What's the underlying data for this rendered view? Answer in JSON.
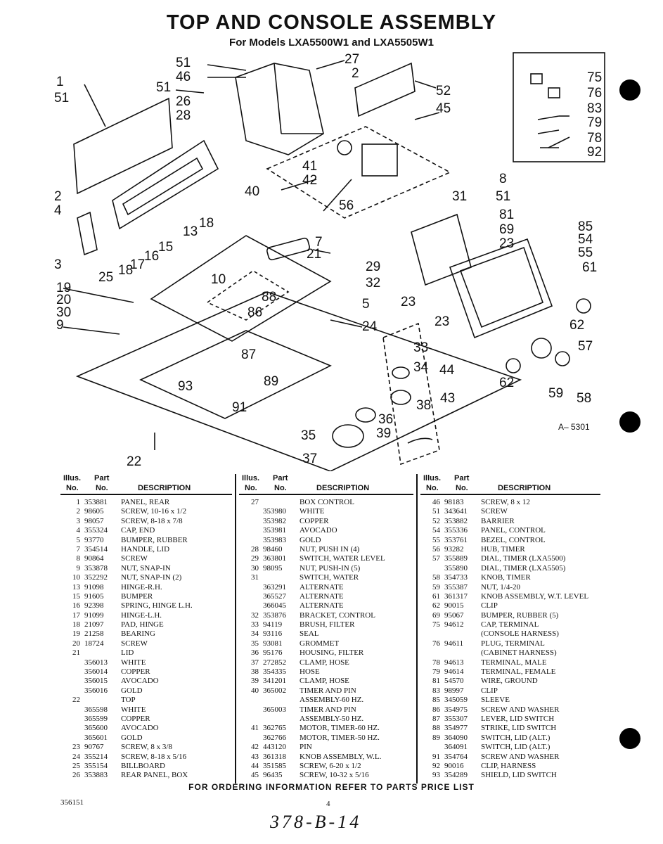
{
  "header": {
    "title": "TOP AND CONSOLE ASSEMBLY",
    "subtitle": "For Models LXA5500W1 and LXA5505W1"
  },
  "diagram": {
    "reference": "A– 5301",
    "callouts": [
      "1",
      "51",
      "51",
      "46",
      "51",
      "26",
      "28",
      "27",
      "2",
      "52",
      "45",
      "2",
      "4",
      "3",
      "25",
      "13",
      "18",
      "15",
      "16",
      "17",
      "18",
      "19",
      "20",
      "30",
      "9",
      "22",
      "40",
      "41",
      "42",
      "56",
      "7",
      "21",
      "10",
      "88",
      "86",
      "5",
      "24",
      "87",
      "93",
      "89",
      "91",
      "33",
      "34",
      "38",
      "35",
      "36",
      "39",
      "37",
      "31",
      "69",
      "23",
      "29",
      "32",
      "23",
      "23",
      "44",
      "43",
      "62",
      "59",
      "58",
      "57",
      "61",
      "62",
      "54",
      "55",
      "85",
      "81",
      "8",
      "51",
      "75",
      "76",
      "83",
      "79",
      "78",
      "92"
    ]
  },
  "parts_columns": [
    {
      "headers": {
        "illus": "Illus.",
        "no1": "No.",
        "part": "Part",
        "no2": "No.",
        "desc": "DESCRIPTION"
      },
      "rows": [
        [
          "1",
          "353881",
          "PANEL, REAR"
        ],
        [
          "2",
          "98605",
          "SCREW, 10-16 x 1/2"
        ],
        [
          "3",
          "98057",
          "SCREW, 8-18 x 7/8"
        ],
        [
          "4",
          "355324",
          "CAP, END"
        ],
        [
          "5",
          "93770",
          "BUMPER, RUBBER"
        ],
        [
          "7",
          "354514",
          "HANDLE, LID"
        ],
        [
          "8",
          "90864",
          "SCREW"
        ],
        [
          "9",
          "353878",
          "NUT, SNAP-IN"
        ],
        [
          "10",
          "352292",
          "NUT, SNAP-IN (2)"
        ],
        [
          "13",
          "91098",
          "HINGE-R.H."
        ],
        [
          "15",
          "91605",
          "BUMPER"
        ],
        [
          "16",
          "92398",
          "SPRING, HINGE L.H."
        ],
        [
          "17",
          "91099",
          "HINGE-L.H."
        ],
        [
          "18",
          "21097",
          "PAD, HINGE"
        ],
        [
          "19",
          "21258",
          "BEARING"
        ],
        [
          "20",
          "18724",
          "SCREW"
        ],
        [
          "21",
          "",
          "LID"
        ],
        [
          "",
          "356013",
          "WHITE"
        ],
        [
          "",
          "356014",
          "COPPER"
        ],
        [
          "",
          "356015",
          "AVOCADO"
        ],
        [
          "",
          "356016",
          "GOLD"
        ],
        [
          "22",
          "",
          "TOP"
        ],
        [
          "",
          "365598",
          "WHITE"
        ],
        [
          "",
          "365599",
          "COPPER"
        ],
        [
          "",
          "365600",
          "AVOCADO"
        ],
        [
          "",
          "365601",
          "GOLD"
        ],
        [
          "23",
          "90767",
          "SCREW, 8 x 3/8"
        ],
        [
          "24",
          "355214",
          "SCREW, 8-18 x 5/16"
        ],
        [
          "25",
          "355154",
          "BILLBOARD"
        ],
        [
          "26",
          "353883",
          "REAR PANEL, BOX"
        ]
      ]
    },
    {
      "headers": {
        "illus": "Illus.",
        "no1": "No.",
        "part": "Part",
        "no2": "No.",
        "desc": "DESCRIPTION"
      },
      "rows": [
        [
          "27",
          "",
          "BOX CONTROL"
        ],
        [
          "",
          "353980",
          "WHITE"
        ],
        [
          "",
          "353982",
          "COPPER"
        ],
        [
          "",
          "353981",
          "AVOCADO"
        ],
        [
          "",
          "353983",
          "GOLD"
        ],
        [
          "28",
          "98460",
          "NUT, PUSH IN (4)"
        ],
        [
          "29",
          "363801",
          "SWITCH, WATER LEVEL"
        ],
        [
          "30",
          "98095",
          "NUT, PUSH-IN (5)"
        ],
        [
          "31",
          "",
          "SWITCH, WATER"
        ],
        [
          "",
          "363291",
          "ALTERNATE"
        ],
        [
          "",
          "365527",
          "ALTERNATE"
        ],
        [
          "",
          "366045",
          "ALTERNATE"
        ],
        [
          "32",
          "353876",
          "BRACKET, CONTROL"
        ],
        [
          "33",
          "94119",
          "BRUSH, FILTER"
        ],
        [
          "34",
          "93116",
          "SEAL"
        ],
        [
          "35",
          "93081",
          "GROMMET"
        ],
        [
          "36",
          "95176",
          "HOUSING, FILTER"
        ],
        [
          "37",
          "272852",
          "CLAMP, HOSE"
        ],
        [
          "38",
          "354335",
          "HOSE"
        ],
        [
          "39",
          "341201",
          "CLAMP, HOSE"
        ],
        [
          "40",
          "365002",
          "TIMER AND PIN"
        ],
        [
          "",
          "",
          "ASSEMBLY-60 HZ."
        ],
        [
          "",
          "365003",
          "TIMER AND PIN"
        ],
        [
          "",
          "",
          "ASSEMBLY-50 HZ."
        ],
        [
          "41",
          "362765",
          "MOTOR, TIMER-60 HZ."
        ],
        [
          "",
          "362766",
          "MOTOR, TIMER-50 HZ."
        ],
        [
          "42",
          "443120",
          "PIN"
        ],
        [
          "43",
          "361318",
          "KNOB ASSEMBLY, W.L."
        ],
        [
          "44",
          "351585",
          "SCREW, 6-20 x 1/2"
        ],
        [
          "45",
          "96435",
          "SCREW, 10-32 x 5/16"
        ]
      ]
    },
    {
      "headers": {
        "illus": "Illus.",
        "no1": "No.",
        "part": "Part",
        "no2": "No.",
        "desc": "DESCRIPTION"
      },
      "rows": [
        [
          "46",
          "98183",
          "SCREW, 8 x 12"
        ],
        [
          "51",
          "343641",
          "SCREW"
        ],
        [
          "52",
          "353882",
          "BARRIER"
        ],
        [
          "54",
          "355336",
          "PANEL, CONTROL"
        ],
        [
          "55",
          "353761",
          "BEZEL, CONTROL"
        ],
        [
          "56",
          "93282",
          "HUB, TIMER"
        ],
        [
          "57",
          "355889",
          "DIAL, TIMER (LXA5500)"
        ],
        [
          "",
          "355890",
          "DIAL, TIMER (LXA5505)"
        ],
        [
          "58",
          "354733",
          "KNOB, TIMER"
        ],
        [
          "59",
          "355387",
          "NUT, 1/4-20"
        ],
        [
          "61",
          "361317",
          "KNOB ASSEMBLY, W.T. LEVEL"
        ],
        [
          "62",
          "90015",
          "CLIP"
        ],
        [
          "69",
          "95067",
          "BUMPER, RUBBER (5)"
        ],
        [
          "75",
          "94612",
          "CAP, TERMINAL"
        ],
        [
          "",
          "",
          "(CONSOLE HARNESS)"
        ],
        [
          "76",
          "94611",
          "PLUG, TERMINAL"
        ],
        [
          "",
          "",
          "(CABINET HARNESS)"
        ],
        [
          "78",
          "94613",
          "TERMINAL, MALE"
        ],
        [
          "79",
          "94614",
          "TERMINAL, FEMALE"
        ],
        [
          "81",
          "54570",
          "WIRE, GROUND"
        ],
        [
          "83",
          "98997",
          "CLIP"
        ],
        [
          "85",
          "345059",
          "SLEEVE"
        ],
        [
          "86",
          "354975",
          "SCREW AND WASHER"
        ],
        [
          "87",
          "355307",
          "LEVER, LID SWITCH"
        ],
        [
          "88",
          "354977",
          "STRIKE, LID SWITCH"
        ],
        [
          "89",
          "364090",
          "SWITCH, LID (ALT.)"
        ],
        [
          "",
          "364091",
          "SWITCH, LID (ALT.)"
        ],
        [
          "91",
          "354764",
          "SCREW AND WASHER"
        ],
        [
          "92",
          "90016",
          "CLIP, HARNESS"
        ],
        [
          "93",
          "354289",
          "SHIELD, LID SWITCH"
        ]
      ]
    }
  ],
  "footer": {
    "ordering": "FOR ORDERING INFORMATION REFER TO PARTS PRICE LIST",
    "doc_number": "356151",
    "page": "4",
    "handwritten": "378-B-14"
  }
}
